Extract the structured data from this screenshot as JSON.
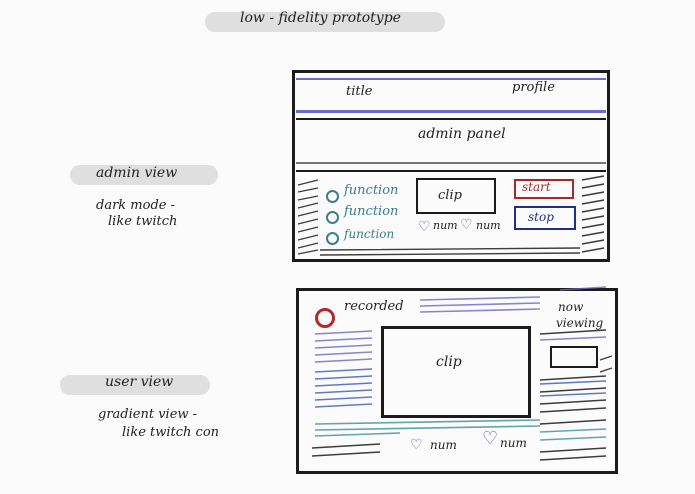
{
  "header": {
    "title": "low - fidelity prototype"
  },
  "admin_section": {
    "label": "admin view",
    "description": [
      "dark mode -",
      "like twitch"
    ],
    "mock": {
      "title": "title",
      "profile": "profile",
      "panel": "admin panel",
      "functions": [
        "function",
        "function",
        "function"
      ],
      "clip": "clip",
      "start": "start",
      "stop": "stop",
      "likes": [
        "num",
        "num"
      ]
    }
  },
  "user_section": {
    "label": "user view",
    "description": [
      "gradient view -",
      "like twitch con"
    ],
    "mock": {
      "recorded": "recorded",
      "now_viewing": [
        "now",
        "viewing"
      ],
      "clip": "clip",
      "likes": [
        "num",
        "num"
      ]
    }
  },
  "colors": {
    "admin_header_purple": "#6b6bd6",
    "function_teal": "#3d7b8f",
    "start_red": "#a52a2a",
    "stop_navy": "#1f2f8a",
    "recorded_red": "#b02a2a",
    "scribble_purple": "#6a67c9",
    "scribble_blue": "#3d57b8",
    "scribble_teal": "#3c8f97"
  }
}
